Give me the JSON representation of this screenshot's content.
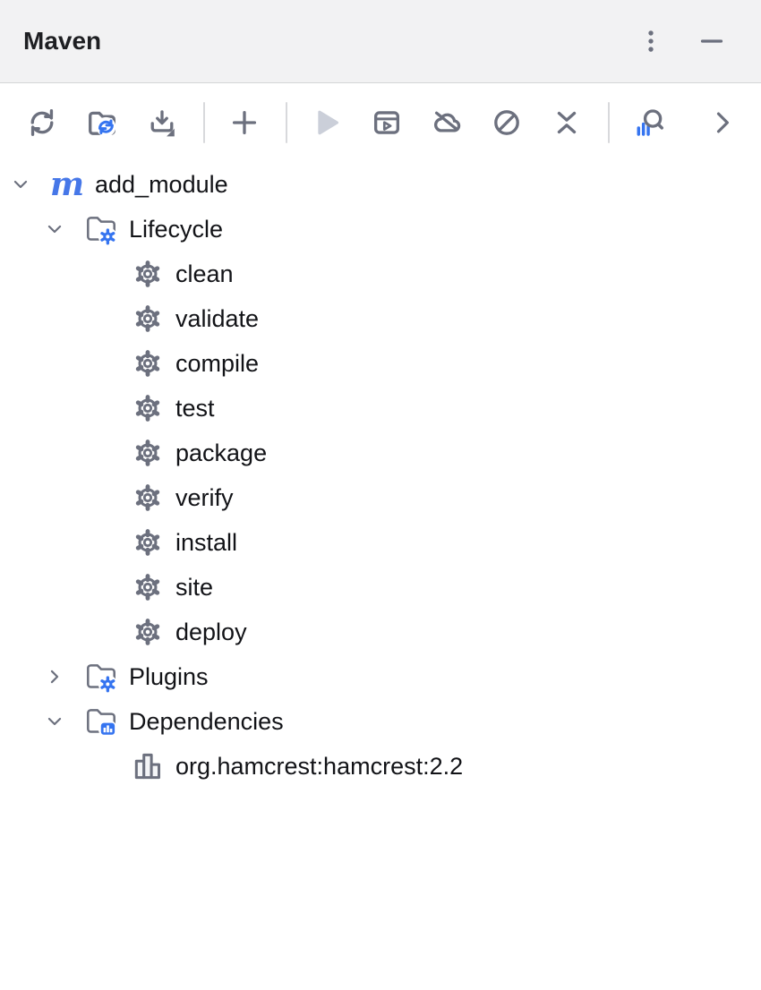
{
  "panel": {
    "title": "Maven"
  },
  "header": {
    "more_icon": "kebab-menu",
    "hide_icon": "minimize"
  },
  "toolbar": {
    "buttons": [
      {
        "type": "button",
        "icon": "reload-all-maven-projects"
      },
      {
        "type": "button",
        "icon": "generate-sources-and-update-folders"
      },
      {
        "type": "button",
        "icon": "download-sources-and-documentation",
        "dropdown": true
      },
      {
        "type": "divider"
      },
      {
        "type": "button",
        "icon": "add-maven-projects"
      },
      {
        "type": "divider"
      },
      {
        "type": "button",
        "icon": "run-maven-build",
        "enabled": false
      },
      {
        "type": "button",
        "icon": "execute-maven-goal"
      },
      {
        "type": "button",
        "icon": "toggle-offline-mode"
      },
      {
        "type": "button",
        "icon": "skip-tests-mode"
      },
      {
        "type": "button",
        "icon": "collapse-all"
      },
      {
        "type": "divider"
      },
      {
        "type": "button",
        "icon": "maven-dependency-analyzer"
      },
      {
        "type": "button",
        "icon": "hide-show-more"
      }
    ],
    "accent_color": "#3574F0",
    "icon_color": "#6C707E",
    "disabled_color": "#cbcfd9"
  },
  "tree": {
    "items": [
      {
        "label": "add_module",
        "level": 0,
        "chevron": "down",
        "icon": "maven-module"
      },
      {
        "label": "Lifecycle",
        "level": 1,
        "chevron": "down",
        "icon": "folder-build"
      },
      {
        "label": "clean",
        "level": 2,
        "chevron": null,
        "icon": "goal"
      },
      {
        "label": "validate",
        "level": 2,
        "chevron": null,
        "icon": "goal"
      },
      {
        "label": "compile",
        "level": 2,
        "chevron": null,
        "icon": "goal"
      },
      {
        "label": "test",
        "level": 2,
        "chevron": null,
        "icon": "goal"
      },
      {
        "label": "package",
        "level": 2,
        "chevron": null,
        "icon": "goal"
      },
      {
        "label": "verify",
        "level": 2,
        "chevron": null,
        "icon": "goal"
      },
      {
        "label": "install",
        "level": 2,
        "chevron": null,
        "icon": "goal"
      },
      {
        "label": "site",
        "level": 2,
        "chevron": null,
        "icon": "goal"
      },
      {
        "label": "deploy",
        "level": 2,
        "chevron": null,
        "icon": "goal"
      },
      {
        "label": "Plugins",
        "level": 1,
        "chevron": "right",
        "icon": "folder-build"
      },
      {
        "label": "Dependencies",
        "level": 1,
        "chevron": "down",
        "icon": "folder-library"
      },
      {
        "label": "org.hamcrest:hamcrest:2.2",
        "level": 2,
        "chevron": null,
        "icon": "library"
      }
    ]
  }
}
